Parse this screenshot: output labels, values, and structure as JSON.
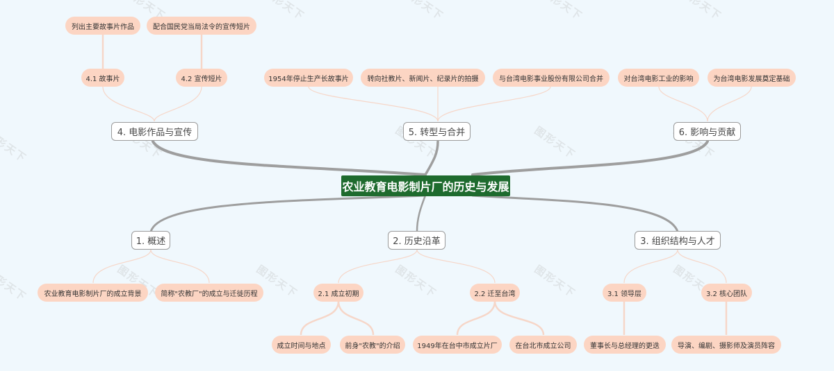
{
  "colors": {
    "background": "#f0f8fd",
    "root_fill": "#1e6b2e",
    "root_text": "#ffffff",
    "main_border": "#9a9a9a",
    "sub_fill": "#fcd5c3",
    "trunk_line": "#9e9e9e",
    "leaf_line": "#f6d6c8"
  },
  "watermark": "图形天下",
  "root": {
    "label": "农业教育电影制片厂的历史与发展"
  },
  "branches": [
    {
      "label": "1. 概述",
      "children": [
        {
          "label": "农业教育电影制片厂的成立背景"
        },
        {
          "label": "简称\"农教厂\"的成立与迁徙历程"
        }
      ]
    },
    {
      "label": "2. 历史沿革",
      "children": [
        {
          "label": "2.1 成立初期",
          "children": [
            {
              "label": "成立时间与地点"
            },
            {
              "label": "前身\"农教\"的介绍"
            }
          ]
        },
        {
          "label": "2.2 迁至台湾",
          "children": [
            {
              "label": "1949年在台中市成立片厂"
            },
            {
              "label": "在台北市成立公司"
            }
          ]
        }
      ]
    },
    {
      "label": "3. 组织结构与人才",
      "children": [
        {
          "label": "3.1 领导层",
          "children": [
            {
              "label": "董事长与总经理的更迭"
            }
          ]
        },
        {
          "label": "3.2 核心团队",
          "children": [
            {
              "label": "导演、编剧、摄影师及演员阵容"
            }
          ]
        }
      ]
    },
    {
      "label": "4. 电影作品与宣传",
      "children": [
        {
          "label": "4.1 故事片",
          "children": [
            {
              "label": "列出主要故事片作品"
            }
          ]
        },
        {
          "label": "4.2 宣传短片",
          "children": [
            {
              "label": "配合国民党当局法令的宣传短片"
            }
          ]
        }
      ]
    },
    {
      "label": "5. 转型与合并",
      "children": [
        {
          "label": "1954年停止生产长故事片"
        },
        {
          "label": "转向社教片、新闻片、纪录片的拍摄"
        },
        {
          "label": "与台湾电影事业股份有限公司合并"
        }
      ]
    },
    {
      "label": "6. 影响与贡献",
      "children": [
        {
          "label": "对台湾电影工业的影响"
        },
        {
          "label": "为台湾电影发展奠定基础"
        }
      ]
    }
  ]
}
